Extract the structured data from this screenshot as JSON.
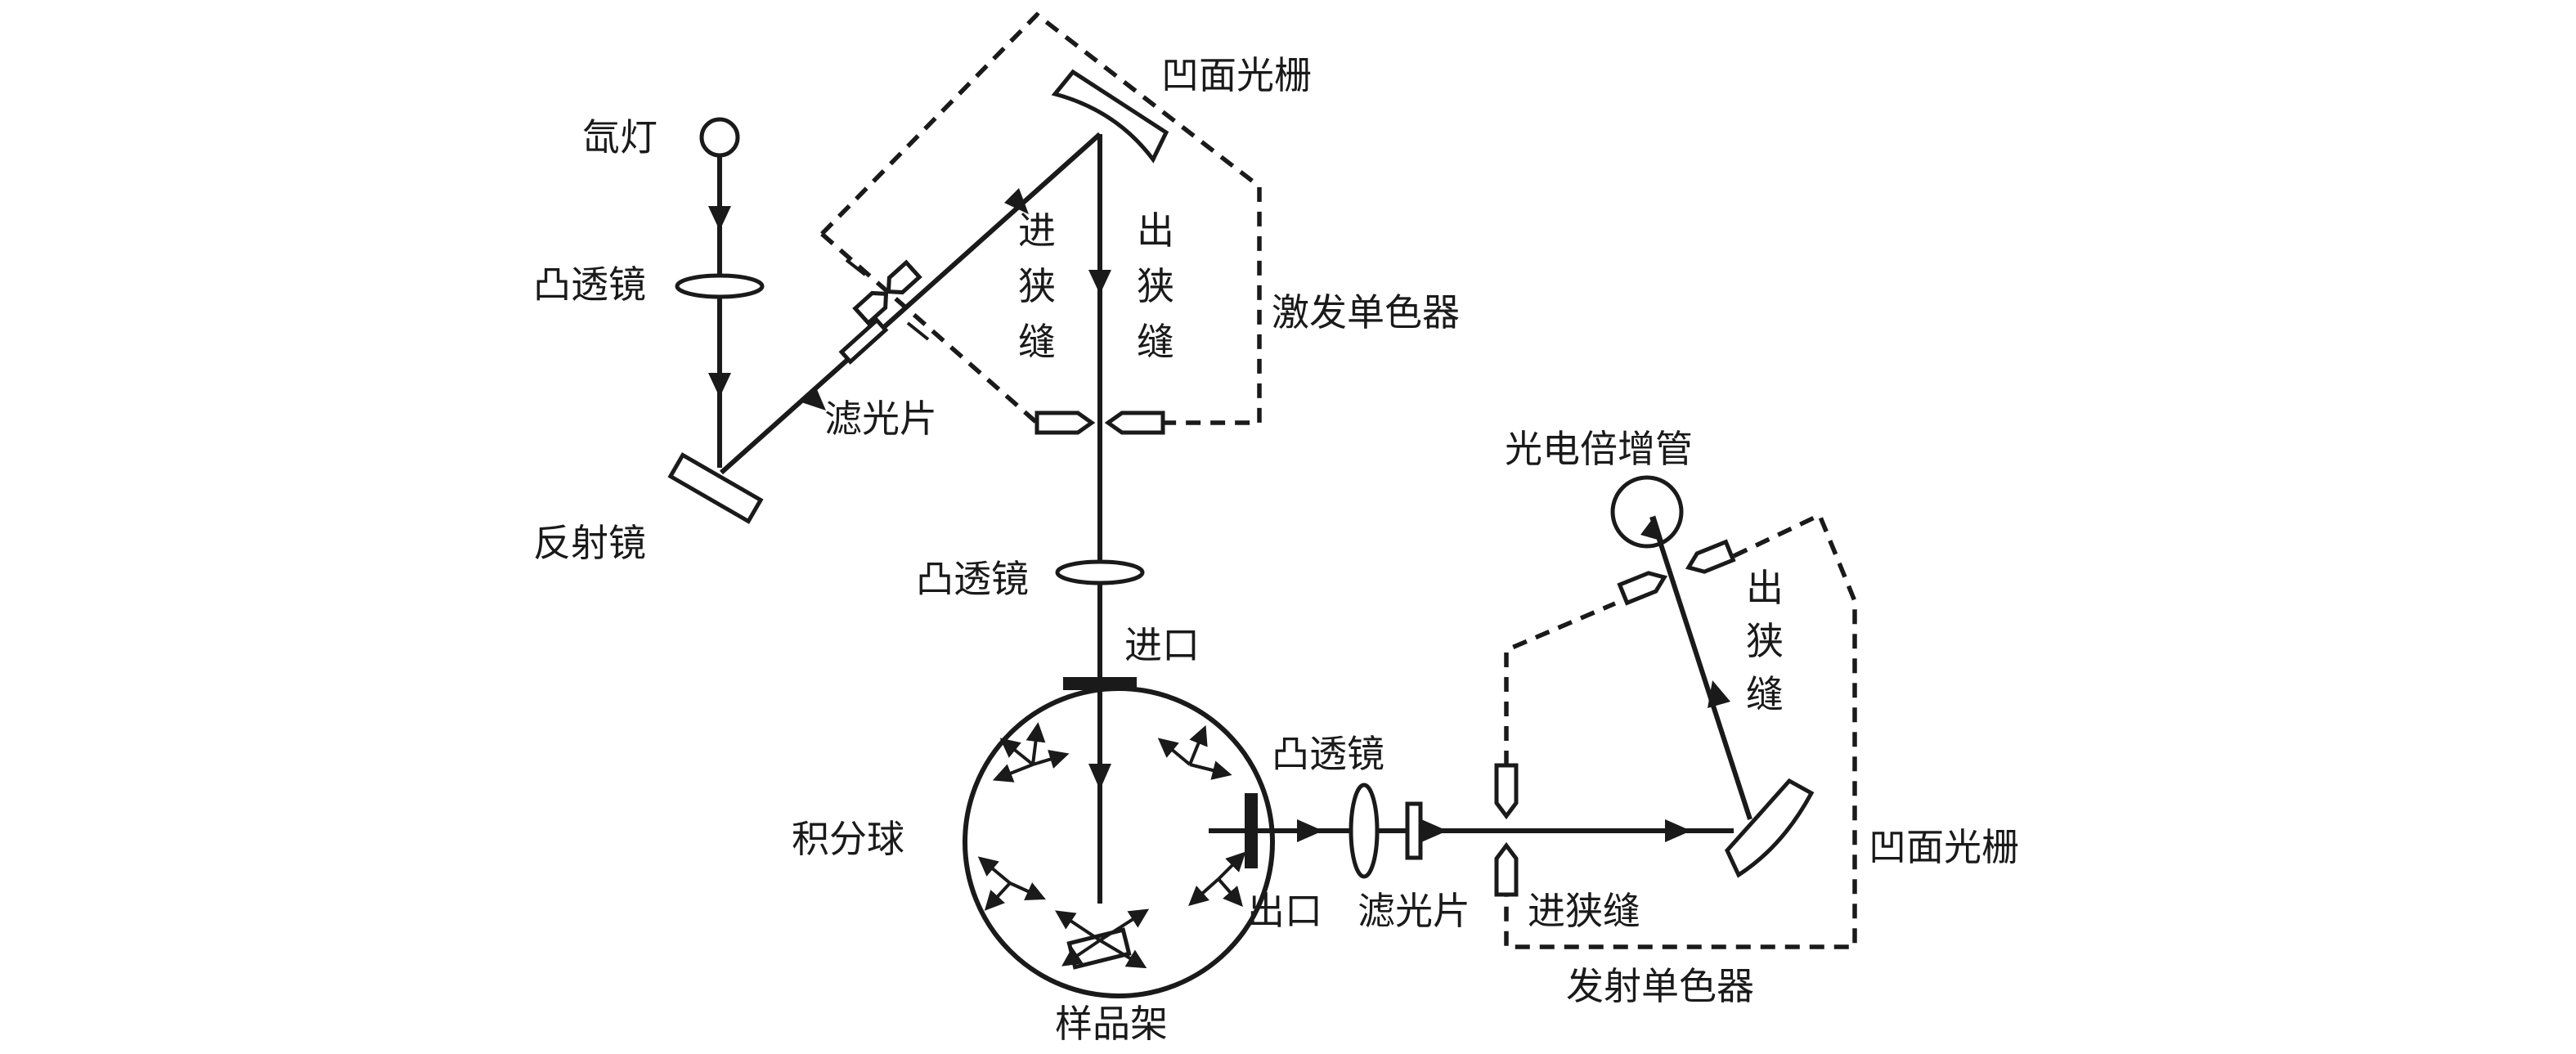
{
  "labels": {
    "xenon_lamp": "氙灯",
    "convex_lens_1": "凸透镜",
    "mirror": "反射镜",
    "filter_1": "滤光片",
    "concave_grating_1": "凹面光栅",
    "entrance_slit_1": [
      "进",
      "狭",
      "缝"
    ],
    "exit_slit_1": [
      "出",
      "狭",
      "缝"
    ],
    "excitation_monochromator": "激发单色器",
    "convex_lens_2": "凸透镜",
    "inlet": "进口",
    "integrating_sphere": "积分球",
    "sample_holder": "样品架",
    "outlet": "出口",
    "convex_lens_3": "凸透镜",
    "filter_2": "滤光片",
    "entrance_slit_2": "进狭缝",
    "photomultiplier": "光电倍增管",
    "exit_slit_2": [
      "出",
      "狭",
      "缝"
    ],
    "concave_grating_2": "凹面光栅",
    "emission_monochromator": "发射单色器"
  }
}
